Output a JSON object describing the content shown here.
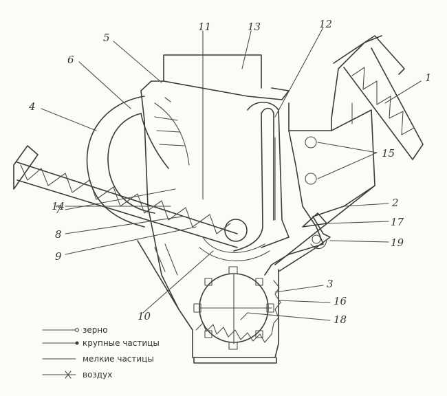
{
  "labels": {
    "n1": "1",
    "n2": "2",
    "n3": "3",
    "n4": "4",
    "n5": "5",
    "n6": "6",
    "n7": "7",
    "n8": "8",
    "n9": "9",
    "n10": "10",
    "n11": "11",
    "n12": "12",
    "n13": "13",
    "n14": "14",
    "n15": "15",
    "n16": "16",
    "n17": "17",
    "n18": "18",
    "n19": "19"
  },
  "legend": {
    "grain": "зерно",
    "coarse": "крупные частицы",
    "fine": "мелкие частицы",
    "air": "воздух"
  }
}
